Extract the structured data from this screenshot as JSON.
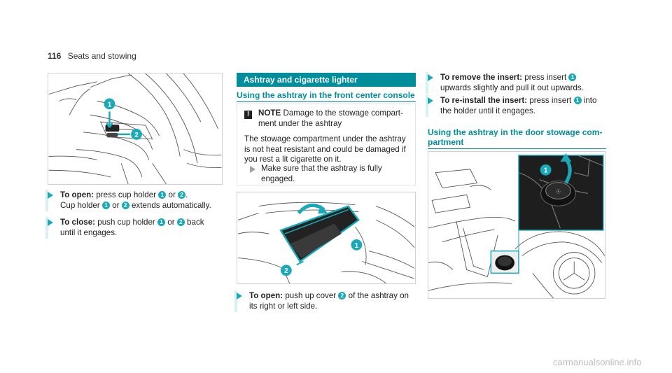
{
  "header": {
    "page_number": "116",
    "section": "Seats and stowing"
  },
  "col1": {
    "step1": {
      "label": "To open:",
      "t1": "press cup holder",
      "n1": "1",
      "t2": "or",
      "n2": "2",
      "t3": ".",
      "line2a": "Cup holder",
      "n3": "1",
      "t4": "or",
      "n4": "2",
      "t5": "extends automatically."
    },
    "step2": {
      "label": "To close:",
      "t1": "push cup holder",
      "n1": "1",
      "t2": "or",
      "n2": "2",
      "t3": "back",
      "line2": "until it engages."
    },
    "fig_callouts": [
      "1",
      "2"
    ]
  },
  "col2": {
    "banner": "Ashtray and cigarette lighter",
    "subhead": "Using the ashtray in the front center console",
    "note": {
      "icon": "!",
      "label": "NOTE",
      "line1": "Damage to the stowage compart-",
      "line2": "ment under the ashtray",
      "body1": "The stowage compartment under the ashtray",
      "body2": "is not heat resistant and could be damaged if",
      "body3": "you rest a lit cigarette on it.",
      "action1": "Make sure that the ashtray is fully",
      "action2": "engaged."
    },
    "fig_callouts": [
      "1",
      "2"
    ],
    "step1": {
      "label": "To open:",
      "t1": "push up cover",
      "n1": "2",
      "t2": "of the ashtray on",
      "line2": "its right or left side."
    }
  },
  "col3": {
    "step1": {
      "label": "To remove the insert:",
      "t1": "press insert",
      "n1": "1",
      "line2": "upwards slightly and pull it out upwards."
    },
    "step2": {
      "label": "To re-install the insert:",
      "t1": "press insert",
      "n1": "1",
      "t2": "into",
      "line2": "the holder until it engages."
    },
    "subhead1": "Using the ashtray in the door stowage com-",
    "subhead2": "partment",
    "fig_callouts": [
      "1"
    ]
  },
  "footer": {
    "watermark": "carmanualsonline.info"
  }
}
